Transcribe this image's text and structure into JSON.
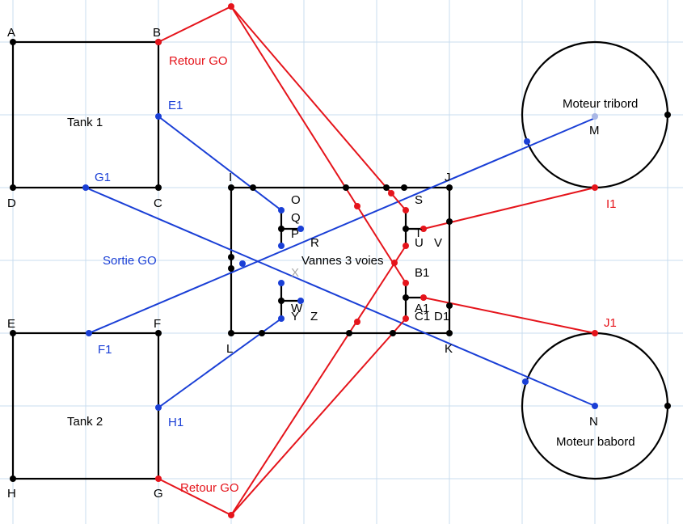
{
  "colors": {
    "black": "#000000",
    "blue": "#1a3fd6",
    "red": "#e5141b",
    "grid": "#c9dcef",
    "gray": "#a8a8a8"
  },
  "labels": {
    "A": "A",
    "B": "B",
    "C": "C",
    "D": "D",
    "E": "E",
    "F": "F",
    "G": "G",
    "H": "H",
    "I": "I",
    "J": "J",
    "K": "K",
    "L": "L",
    "M": "M",
    "N": "N",
    "O": "O",
    "P": "P",
    "Q": "Q",
    "R": "R",
    "S": "S",
    "T": "T",
    "U": "U",
    "V": "V",
    "W": "W",
    "X": "X",
    "Y": "Y",
    "Z": "Z",
    "A1": "A1",
    "B1": "B1",
    "C1": "C1",
    "D1": "D1",
    "E1": "E1",
    "F1": "F1",
    "G1": "G1",
    "H1": "H1",
    "I1": "I1",
    "J1": "J1"
  },
  "texts": {
    "tank1": "Tank 1",
    "tank2": "Tank 2",
    "vannes": "Vannes 3 voies",
    "moteur_tribord": "Moteur tribord",
    "moteur_babord": "Moteur babord",
    "sortie_go": "Sortie GO",
    "retour_go_top": "Retour GO",
    "retour_go_bottom": "Retour GO"
  }
}
